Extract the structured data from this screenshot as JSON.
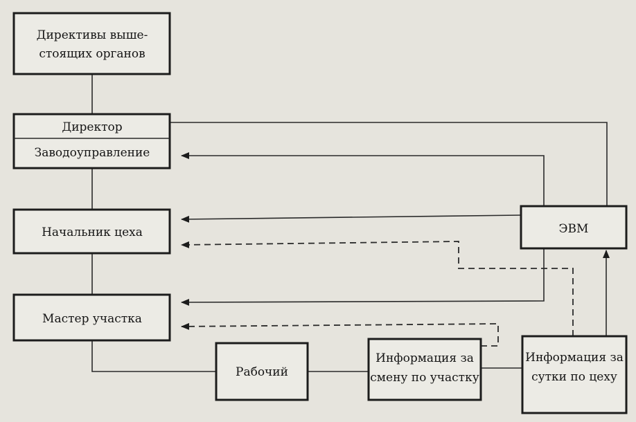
{
  "nodes": {
    "directives": [
      "Директивы выше-",
      "стоящих органов"
    ],
    "director": "Директор",
    "plant_management": "Заводоуправление",
    "shop_chief": "Начальник цеха",
    "section_master": "Мастер участка",
    "worker": "Рабочий",
    "shift_info": [
      "Информация за",
      "смену по участку"
    ],
    "daily_info": [
      "Информация за",
      "сутки по цеху"
    ],
    "computer": "ЭВМ"
  }
}
